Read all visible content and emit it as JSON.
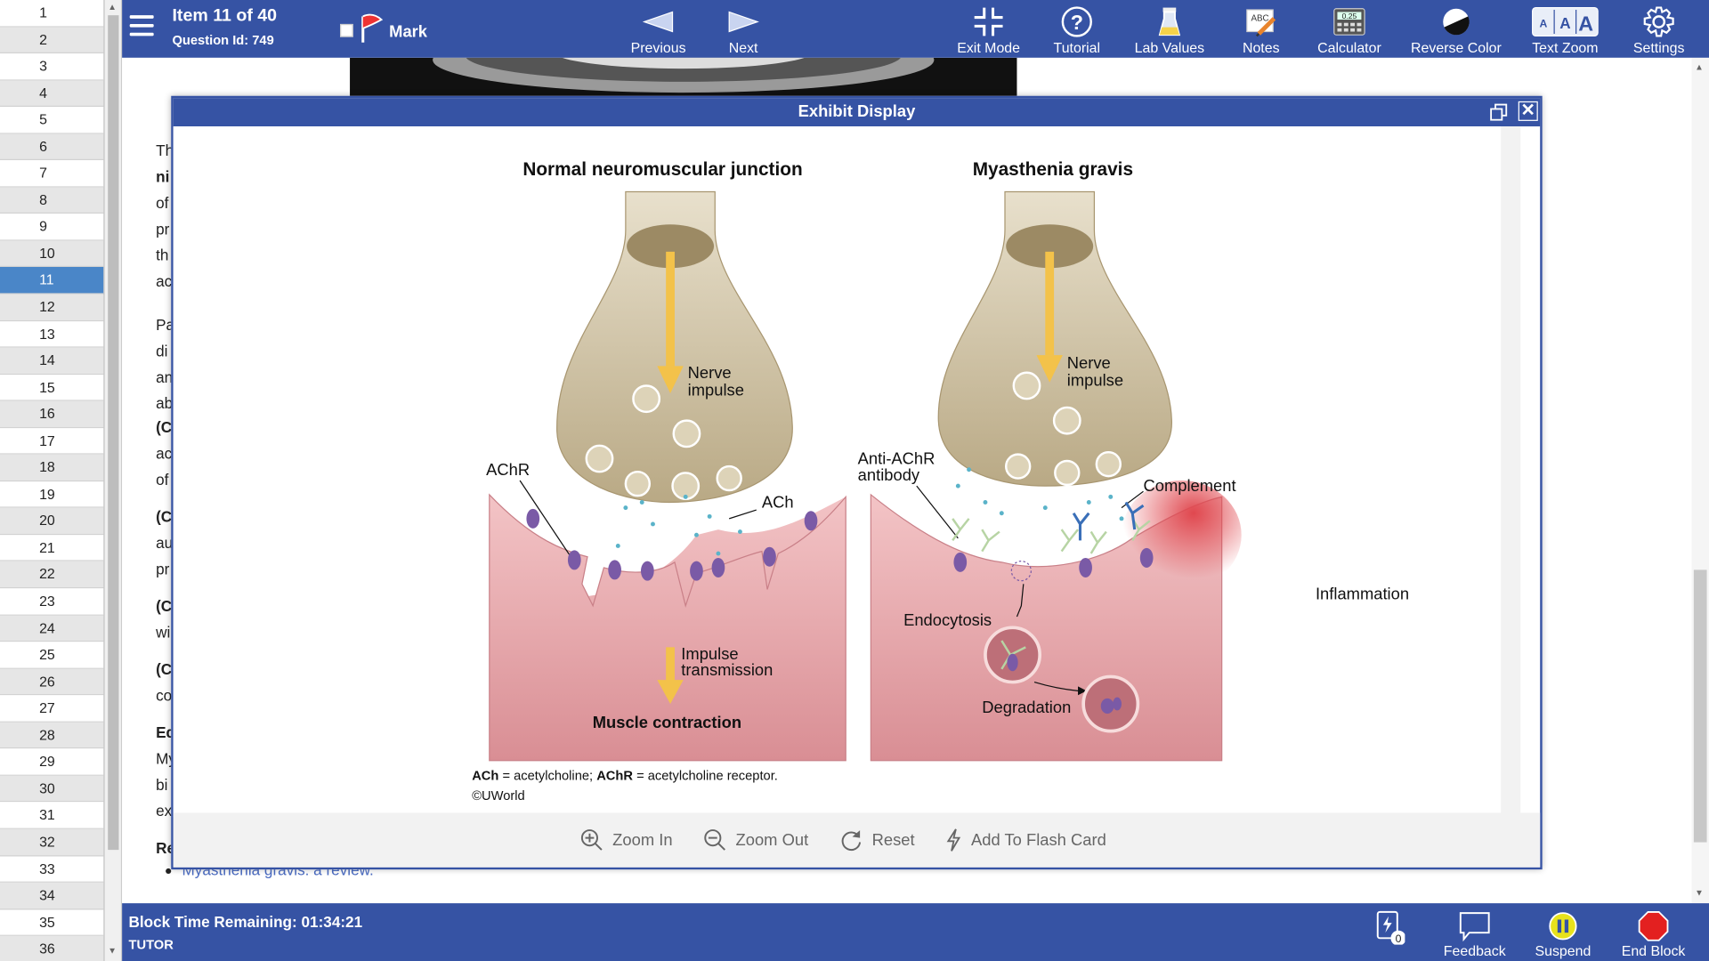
{
  "question_list": [
    "1",
    "2",
    "3",
    "4",
    "5",
    "6",
    "7",
    "8",
    "9",
    "10",
    "11",
    "12",
    "13",
    "14",
    "15",
    "16",
    "17",
    "18",
    "19",
    "20",
    "21",
    "22",
    "23",
    "24",
    "25",
    "26",
    "27",
    "28",
    "29",
    "30",
    "31",
    "32",
    "33",
    "34",
    "35",
    "36"
  ],
  "active_question": "11",
  "header": {
    "item_title": "Item 11 of 40",
    "question_id": "Question Id: 749",
    "mark_label": "Mark",
    "previous_label": "Previous",
    "next_label": "Next",
    "exit_label": "Exit Mode",
    "tutorial_label": "Tutorial",
    "lab_label": "Lab Values",
    "notes_label": "Notes",
    "calculator_label": "Calculator",
    "reverse_label": "Reverse Color",
    "zoom_label": "Text Zoom",
    "settings_label": "Settings",
    "calc_display": "0.25",
    "notes_abc": "ABC",
    "zoom_letters": [
      "A",
      "A",
      "A"
    ]
  },
  "background_text": {
    "p1": [
      "Th",
      "ni",
      "of",
      "pr",
      "th",
      "ac"
    ],
    "p2": [
      "Pa",
      "di",
      "an",
      "ab"
    ],
    "p3": [
      "(C",
      "ac",
      "of"
    ],
    "p4": [
      "(C",
      "au",
      "pr"
    ],
    "p5": [
      "(C",
      "wi"
    ],
    "p6": [
      "(C",
      "co"
    ],
    "p7": [
      "Ed",
      "My",
      "bi",
      "ex"
    ],
    "p8": [
      "Re"
    ],
    "reference_link": "Myasthenia gravis: a review."
  },
  "exhibit": {
    "title": "Exhibit Display",
    "close_symbol": "✕",
    "figure": {
      "left_title": "Normal neuromuscular junction",
      "right_title": "Myasthenia gravis",
      "nerve_impulse": "Nerve\nimpulse",
      "achr": "AChR",
      "ach": "ACh",
      "impulse_transmission": "Impulse\ntransmission",
      "muscle_contraction": "Muscle contraction",
      "anti_achr": "Anti-AChR\nantibody",
      "complement": "Complement",
      "inflammation": "Inflammation",
      "endocytosis": "Endocytosis",
      "degradation": "Degradation",
      "caption_ach": "ACh",
      "caption_ach_def": " = acetylcholine; ",
      "caption_achr": "AChR",
      "caption_achr_def": " = acetylcholine receptor.",
      "copyright": "©UWorld"
    },
    "zoom_in": "Zoom In",
    "zoom_out": "Zoom Out",
    "reset": "Reset",
    "flash_card": "Add To Flash Card"
  },
  "footer": {
    "time_remaining": "Block Time Remaining: 01:34:21",
    "mode": "TUTOR",
    "flash_count": "0",
    "feedback_label": "Feedback",
    "suspend_label": "Suspend",
    "end_label": "End Block"
  },
  "colors": {
    "brand": "#3653a4",
    "active_row": "#4a86c8",
    "muscle": "#e5a3a8",
    "nerve": "#c3b597",
    "arrow": "#f3c24a",
    "receptor": "#7a5aa6",
    "end_block": "#e32020",
    "suspend": "#e8e21c"
  }
}
